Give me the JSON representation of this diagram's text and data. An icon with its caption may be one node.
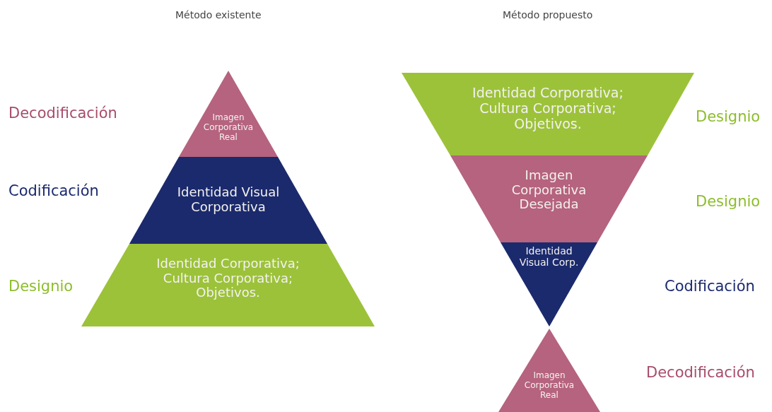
{
  "diagram": {
    "nodes": [
      {
        "text": [
          "Imagen Corporativa Real"
        ]
      },
      {
        "text": [
          "Identidad Visual Corporativa"
        ]
      },
      {
        "text": [
          "Identidad Corporativa; Cultura Corporativa; Objetivos."
        ]
      },
      {
        "text": [
          "Identidad Corporativa; Cultura Corporativa; Objetivos."
        ]
      },
      {
        "text": [
          "Imagen Corporativa Desejada"
        ]
      },
      {
        "text": [
          "Identidad Visual Corp."
        ]
      },
      {
        "text": [
          "Imagen Corporativa Real"
        ]
      }
    ],
    "edges": [],
    "labels": [
      "Método existente",
      "Método propuesto",
      "Decodificación",
      "Designio",
      "Codificación",
      "Designio",
      "Designio",
      "Codificación",
      "Decodificación"
    ]
  }
}
